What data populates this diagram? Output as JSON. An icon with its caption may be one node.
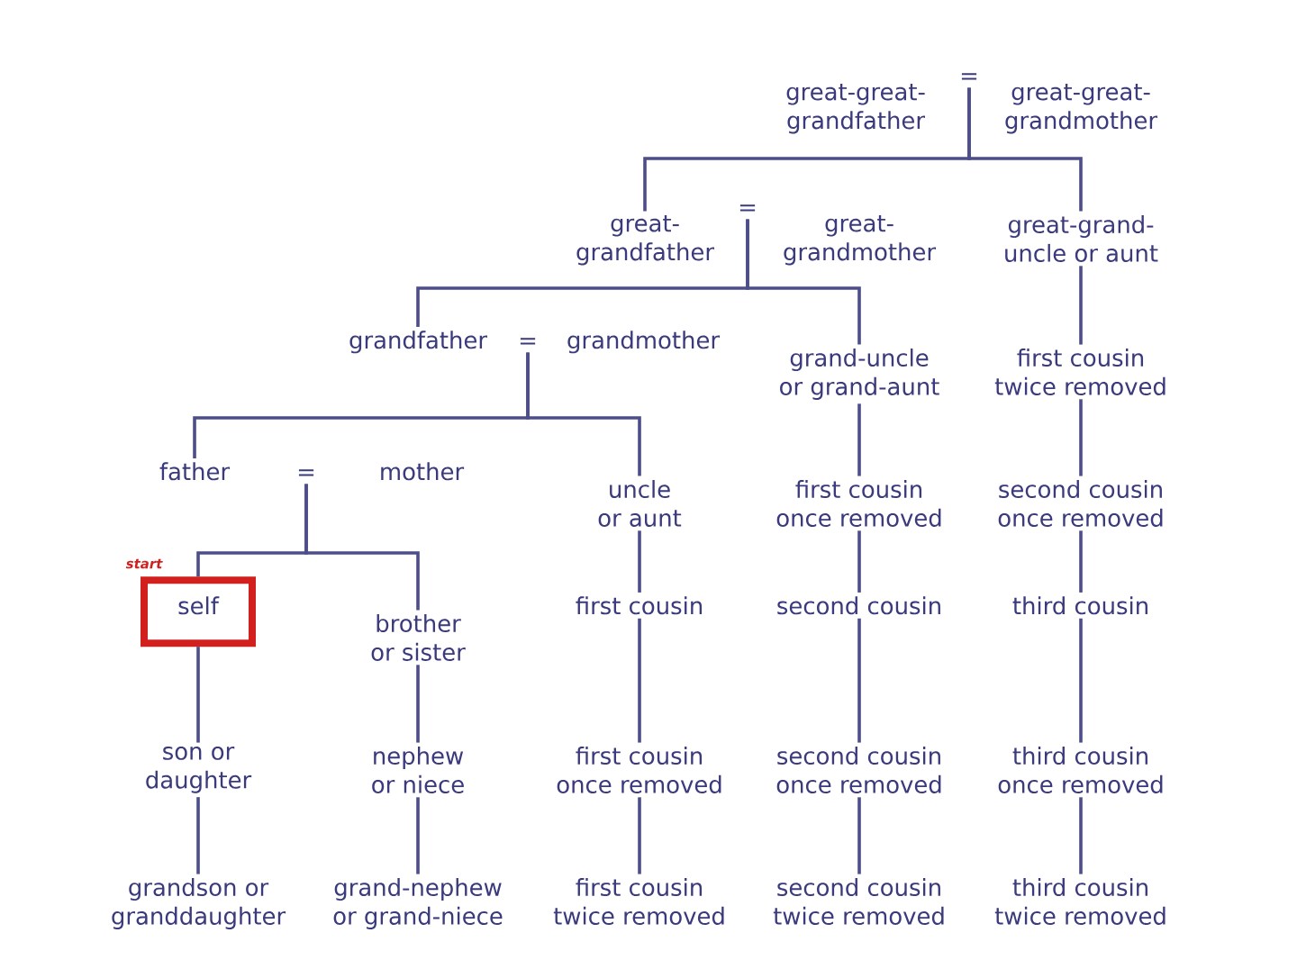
{
  "diagram": {
    "nodes": [
      {
        "text": [
          "great-great- grandfather"
        ]
      },
      {
        "text": [
          "="
        ]
      },
      {
        "text": [
          "great-great- grandmother"
        ]
      },
      {
        "text": [
          "great- grandfather"
        ]
      },
      {
        "text": [
          "="
        ]
      },
      {
        "text": [
          "great- grandmother"
        ]
      },
      {
        "text": [
          "great-grand- uncle or aunt"
        ]
      },
      {
        "text": [
          "grandfather"
        ]
      },
      {
        "text": [
          "="
        ]
      },
      {
        "text": [
          "grandmother"
        ]
      },
      {
        "text": [
          "grand-uncle or grand-aunt"
        ]
      },
      {
        "text": [
          "first cousin twice removed"
        ]
      },
      {
        "text": [
          "father"
        ]
      },
      {
        "text": [
          "="
        ]
      },
      {
        "text": [
          "mother"
        ]
      },
      {
        "text": [
          "uncle or aunt"
        ]
      },
      {
        "text": [
          "first cousin once removed"
        ]
      },
      {
        "text": [
          "second cousin once removed"
        ]
      },
      {
        "text": [
          "self"
        ],
        "beside": [
          "start"
        ]
      },
      {
        "text": [
          "brother or sister"
        ]
      },
      {
        "text": [
          "first cousin"
        ]
      },
      {
        "text": [
          "second cousin"
        ]
      },
      {
        "text": [
          "third cousin"
        ]
      },
      {
        "text": [
          "son or daughter"
        ]
      },
      {
        "text": [
          "nephew or niece"
        ]
      },
      {
        "text": [
          "first cousin once removed"
        ]
      },
      {
        "text": [
          "second cousin once removed"
        ]
      },
      {
        "text": [
          "third cousin once removed"
        ]
      },
      {
        "text": [
          "grandson or granddaughter"
        ]
      },
      {
        "text": [
          "grand-nephew or grand-niece"
        ]
      },
      {
        "text": [
          "first cousin twice removed"
        ]
      },
      {
        "text": [
          "second cousin twice removed"
        ]
      },
      {
        "text": [
          "third cousin twice removed"
        ]
      }
    ],
    "edges": [
      {
        "from": 1,
        "to": 3,
        "arrow": "none"
      },
      {
        "from": 1,
        "to": 6,
        "arrow": "none"
      },
      {
        "from": 4,
        "to": 7,
        "arrow": "none"
      },
      {
        "from": 4,
        "to": 10,
        "arrow": "none"
      },
      {
        "from": 6,
        "to": 11,
        "arrow": "none"
      },
      {
        "from": 8,
        "to": 12,
        "arrow": "none"
      },
      {
        "from": 8,
        "to": 15,
        "arrow": "none"
      },
      {
        "from": 10,
        "to": 16,
        "arrow": "none"
      },
      {
        "from": 11,
        "to": 17,
        "arrow": "none"
      },
      {
        "from": 13,
        "to": 18,
        "arrow": "none"
      },
      {
        "from": 13,
        "to": 19,
        "arrow": "none"
      },
      {
        "from": 15,
        "to": 20,
        "arrow": "none"
      },
      {
        "from": 16,
        "to": 21,
        "arrow": "none"
      },
      {
        "from": 17,
        "to": 22,
        "arrow": "none"
      },
      {
        "from": 18,
        "to": 23,
        "arrow": "none"
      },
      {
        "from": 19,
        "to": 24,
        "arrow": "none"
      },
      {
        "from": 20,
        "to": 25,
        "arrow": "none"
      },
      {
        "from": 21,
        "to": 26,
        "arrow": "none"
      },
      {
        "from": 22,
        "to": 27,
        "arrow": "none"
      },
      {
        "from": 23,
        "to": 28,
        "arrow": "none"
      },
      {
        "from": 24,
        "to": 29,
        "arrow": "none"
      },
      {
        "from": 25,
        "to": 30,
        "arrow": "none"
      },
      {
        "from": 26,
        "to": 31,
        "arrow": "none"
      },
      {
        "from": 27,
        "to": 32,
        "arrow": "none"
      }
    ]
  }
}
